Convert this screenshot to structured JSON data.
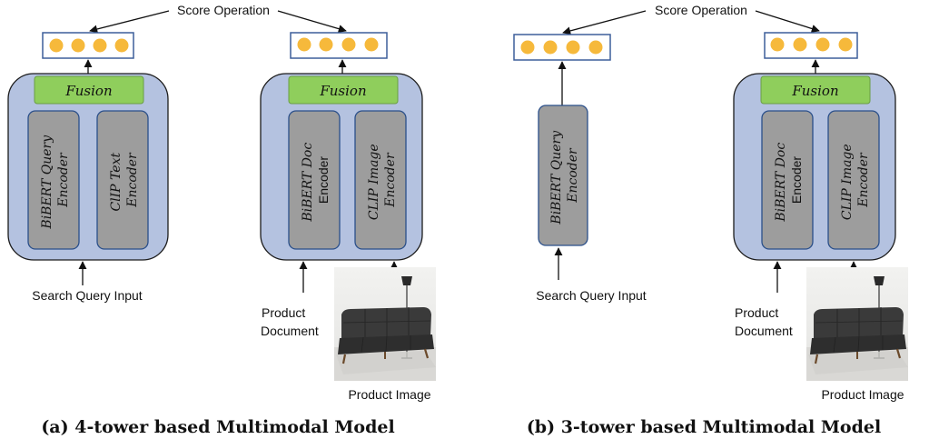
{
  "diagrams": [
    {
      "score_label": "Score Operation",
      "caption": "(a) 4-tower based Multimodal Model",
      "towers": [
        {
          "fusion_label": "Fusion",
          "encoders": [
            {
              "line1": "BiBERT Query",
              "line2": "Encoder"
            },
            {
              "line1": "ClIP Text",
              "line2": "Encoder"
            }
          ],
          "input_label": "Search Query Input"
        },
        {
          "fusion_label": "Fusion",
          "encoders": [
            {
              "line1": "BiBERT Doc",
              "line2": "Encoder"
            },
            {
              "line1": "CLIP Image",
              "line2": "Encoder"
            }
          ],
          "doc_label_line1": "Product",
          "doc_label_line2": "Document",
          "image_label": "Product Image"
        }
      ]
    },
    {
      "score_label": "Score Operation",
      "caption": "(b) 3-tower based Multimodal Model",
      "towers": [
        {
          "encoders": [
            {
              "line1": "BiBERT Query",
              "line2": "Encoder"
            }
          ],
          "input_label": "Search Query Input"
        },
        {
          "fusion_label": "Fusion",
          "encoders": [
            {
              "line1": "BiBERT Doc",
              "line2": "Encoder"
            },
            {
              "line1": "CLIP Image",
              "line2": "Encoder"
            }
          ],
          "doc_label_line1": "Product",
          "doc_label_line2": "Document",
          "image_label": "Product Image"
        }
      ]
    }
  ],
  "colors": {
    "tower_fill": "#b4c2e0",
    "fusion_fill": "#8fce5c",
    "encoder_fill": "#9d9d9d",
    "dot_fill": "#f6b93b",
    "box_border": "#3d5f9a"
  },
  "icons": [
    "sofa-image"
  ]
}
